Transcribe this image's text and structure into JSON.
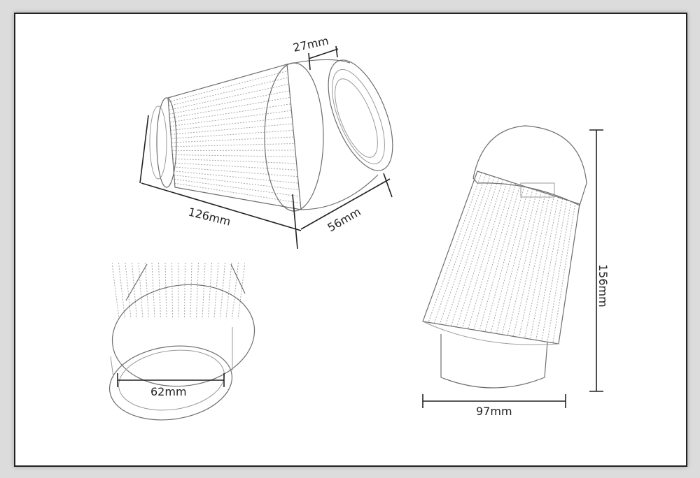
{
  "colors": {
    "frame_border": "#222222",
    "background": "#dcdcdc",
    "sketch": "#9a9a9a"
  },
  "dimensions": {
    "top_opening": "27mm",
    "length": "126mm",
    "outlet": "56mm",
    "inlet_diameter": "62mm",
    "height": "156mm",
    "width": "97mm"
  }
}
